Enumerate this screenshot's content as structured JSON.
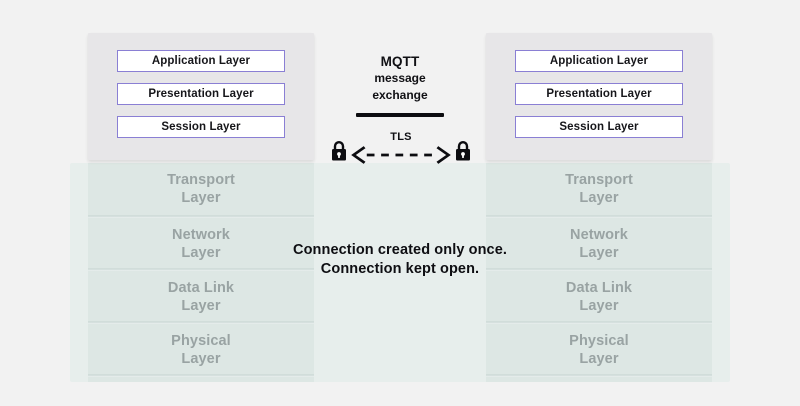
{
  "palette": {
    "page_background": "#f2f2f2",
    "card_background": "#e7e6e8",
    "layer_border": "#8a7fd4",
    "teal_panel": "#e7eeec",
    "teal_column": "#dde7e4",
    "muted_text": "#99a3a3",
    "dark_text": "#101014"
  },
  "left_stack": {
    "upper_layers": [
      {
        "label": "Application Layer"
      },
      {
        "label": "Presentation Layer"
      },
      {
        "label": "Session Layer"
      }
    ],
    "lower_layers": [
      {
        "line1": "Transport",
        "line2": "Layer"
      },
      {
        "line1": "Network",
        "line2": "Layer"
      },
      {
        "line1": "Data Link",
        "line2": "Layer"
      },
      {
        "line1": "Physical",
        "line2": "Layer"
      }
    ]
  },
  "right_stack": {
    "upper_layers": [
      {
        "label": "Application Layer"
      },
      {
        "label": "Presentation Layer"
      },
      {
        "label": "Session Layer"
      }
    ],
    "lower_layers": [
      {
        "line1": "Transport",
        "line2": "Layer"
      },
      {
        "line1": "Network",
        "line2": "Layer"
      },
      {
        "line1": "Data Link",
        "line2": "Layer"
      },
      {
        "line1": "Physical",
        "line2": "Layer"
      }
    ]
  },
  "center": {
    "title": "MQTT",
    "subtitle_line1": "message",
    "subtitle_line2": "exchange",
    "tls_label": "TLS",
    "lock_icon_left": "lock-icon",
    "lock_icon_right": "lock-icon",
    "arrow_icon": "bidirectional-dashed-arrow-icon"
  },
  "caption": {
    "line1": "Connection created only once.",
    "line2": "Connection kept open."
  }
}
